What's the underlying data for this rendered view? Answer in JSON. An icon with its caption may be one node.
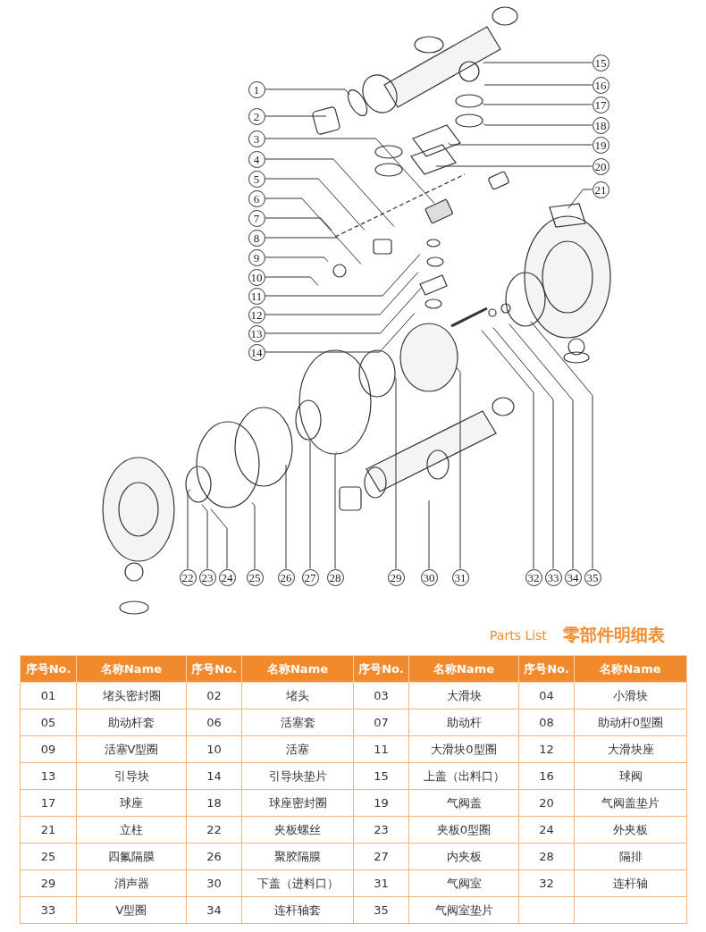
{
  "diagram": {
    "nodes": [
      {
        "text": [
          "1"
        ]
      },
      {
        "text": [
          "2"
        ]
      },
      {
        "text": [
          "3"
        ]
      },
      {
        "text": [
          "4"
        ]
      },
      {
        "text": [
          "5"
        ]
      },
      {
        "text": [
          "6"
        ]
      },
      {
        "text": [
          "7"
        ]
      },
      {
        "text": [
          "8"
        ]
      },
      {
        "text": [
          "9"
        ]
      },
      {
        "text": [
          "10"
        ]
      },
      {
        "text": [
          "11"
        ]
      },
      {
        "text": [
          "12"
        ]
      },
      {
        "text": [
          "13"
        ]
      },
      {
        "text": [
          "14"
        ]
      },
      {
        "text": [
          "15"
        ]
      },
      {
        "text": [
          "16"
        ]
      },
      {
        "text": [
          "17"
        ]
      },
      {
        "text": [
          "18"
        ]
      },
      {
        "text": [
          "19"
        ]
      },
      {
        "text": [
          "20"
        ]
      },
      {
        "text": [
          "21"
        ]
      },
      {
        "text": [
          "22"
        ]
      },
      {
        "text": [
          "23"
        ]
      },
      {
        "text": [
          "24"
        ]
      },
      {
        "text": [
          "25"
        ]
      },
      {
        "text": [
          "26"
        ]
      },
      {
        "text": [
          "27"
        ]
      },
      {
        "text": [
          "28"
        ]
      },
      {
        "text": [
          "29"
        ]
      },
      {
        "text": [
          "30"
        ]
      },
      {
        "text": [
          "31"
        ]
      },
      {
        "text": [
          "32"
        ]
      },
      {
        "text": [
          "33"
        ]
      },
      {
        "text": [
          "34"
        ]
      },
      {
        "text": [
          "35"
        ]
      }
    ],
    "edges": [
      {
        "from": 0,
        "to": null,
        "arrow": "none"
      },
      {
        "from": 1,
        "to": null,
        "arrow": "none"
      },
      {
        "from": 2,
        "to": null,
        "arrow": "none"
      },
      {
        "from": 3,
        "to": null,
        "arrow": "none"
      },
      {
        "from": 4,
        "to": null,
        "arrow": "none"
      },
      {
        "from": 5,
        "to": null,
        "arrow": "none"
      },
      {
        "from": 6,
        "to": null,
        "arrow": "none"
      },
      {
        "from": 7,
        "to": null,
        "arrow": "none"
      },
      {
        "from": 8,
        "to": null,
        "arrow": "none"
      },
      {
        "from": 9,
        "to": null,
        "arrow": "none"
      },
      {
        "from": 10,
        "to": null,
        "arrow": "none"
      },
      {
        "from": 11,
        "to": null,
        "arrow": "none"
      },
      {
        "from": 12,
        "to": null,
        "arrow": "none"
      },
      {
        "from": 13,
        "to": null,
        "arrow": "none"
      },
      {
        "from": 14,
        "to": null,
        "arrow": "none"
      },
      {
        "from": 15,
        "to": null,
        "arrow": "none"
      },
      {
        "from": 16,
        "to": null,
        "arrow": "none"
      },
      {
        "from": 17,
        "to": null,
        "arrow": "none"
      },
      {
        "from": 18,
        "to": null,
        "arrow": "none"
      },
      {
        "from": 19,
        "to": null,
        "arrow": "none"
      },
      {
        "from": 20,
        "to": null,
        "arrow": "none"
      },
      {
        "from": 21,
        "to": null,
        "arrow": "none"
      },
      {
        "from": 22,
        "to": null,
        "arrow": "none"
      },
      {
        "from": 23,
        "to": null,
        "arrow": "none"
      },
      {
        "from": 24,
        "to": null,
        "arrow": "none"
      },
      {
        "from": 25,
        "to": null,
        "arrow": "none"
      },
      {
        "from": 26,
        "to": null,
        "arrow": "none"
      },
      {
        "from": 27,
        "to": null,
        "arrow": "none"
      },
      {
        "from": 28,
        "to": null,
        "arrow": "none"
      },
      {
        "from": 29,
        "to": null,
        "arrow": "none"
      },
      {
        "from": 30,
        "to": null,
        "arrow": "none"
      },
      {
        "from": 31,
        "to": null,
        "arrow": "none"
      },
      {
        "from": 32,
        "to": null,
        "arrow": "none"
      },
      {
        "from": 33,
        "to": null,
        "arrow": "none"
      },
      {
        "from": 34,
        "to": null,
        "arrow": "none"
      }
    ],
    "labels": [
      "Parts List",
      "零部件明细表",
      "序号No.",
      "名称Name",
      "序号No.",
      "名称Name",
      "序号No.",
      "名称Name",
      "序号No.",
      "名称Name",
      "01",
      "堵头密封圈",
      "02",
      "堵头",
      "03",
      "大滑块",
      "04",
      "小滑块",
      "05",
      "助动杆套",
      "06",
      "活塞套",
      "07",
      "助动杆",
      "08",
      "助动杆0型圈",
      "09",
      "活塞V型圈",
      "10",
      "活塞",
      "11",
      "大滑块0型圈",
      "12",
      "大滑块座",
      "13",
      "引导块",
      "14",
      "引导块垫片",
      "15",
      "上盖（出料口）",
      "16",
      "球阀",
      "17",
      "球座",
      "18",
      "球座密封圈",
      "19",
      "气阀盖",
      "20",
      "气阀盖垫片",
      "21",
      "立柱",
      "22",
      "夹板螺丝",
      "23",
      "夹板0型圈",
      "24",
      "外夹板",
      "25",
      "四氟隔膜",
      "26",
      "聚胶隔膜",
      "27",
      "内夹板",
      "28",
      "隔排",
      "29",
      "消声器",
      "30",
      "下盖（进料口）",
      "31",
      "气阀室",
      "32",
      "连杆轴",
      "33",
      "V型圈",
      "34",
      "连杆轴套",
      "35",
      "气阀室垫片"
    ]
  }
}
